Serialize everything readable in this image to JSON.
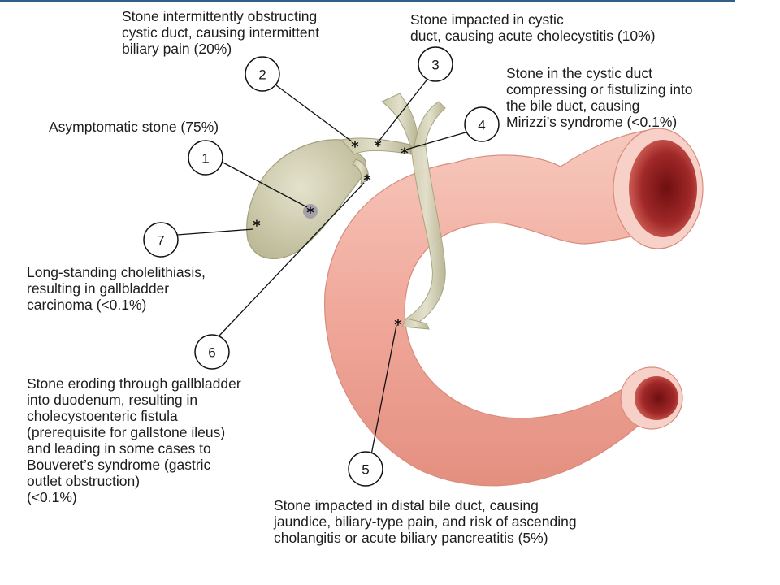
{
  "colors": {
    "background": "#ffffff",
    "top_rule": "#2f5f86",
    "duodenum": "#f2b4a8",
    "duodenum_lumen": "#8f1d1d",
    "gallbladder": "#d9d7bd",
    "callout_line": "#111111"
  },
  "markers": [
    {
      "id": "1",
      "label": "1"
    },
    {
      "id": "2",
      "label": "2"
    },
    {
      "id": "3",
      "label": "3"
    },
    {
      "id": "4",
      "label": "4"
    },
    {
      "id": "5",
      "label": "5"
    },
    {
      "id": "6",
      "label": "6"
    },
    {
      "id": "7",
      "label": "7"
    }
  ],
  "star_symbol": "*",
  "captions": {
    "c1": "Asymptomatic stone (75%)",
    "c2": "Stone intermittently obstructing\ncystic duct, causing intermittent\nbiliary pain (20%)",
    "c3": "Stone impacted in cystic\nduct, causing acute cholecystitis (10%)",
    "c4": "Stone in the cystic duct\ncompressing or fistulizing into\nthe bile duct, causing\nMirizzi’s syndrome (<0.1%)",
    "c5": "Stone impacted in distal bile duct, causing\njaundice, biliary-type pain, and risk of ascending\ncholangitis or acute biliary pancreatitis (5%)",
    "c6": "Stone eroding through gallbladder\ninto duodenum, resulting in\ncholecystoenteric fistula\n(prerequisite for gallstone ileus)\nand leading in some cases to\nBouveret’s syndrome (gastric\noutlet obstruction)\n(<0.1%)",
    "c7": "Long-standing cholelithiasis,\nresulting in gallbladder\ncarcinoma (<0.1%)"
  }
}
